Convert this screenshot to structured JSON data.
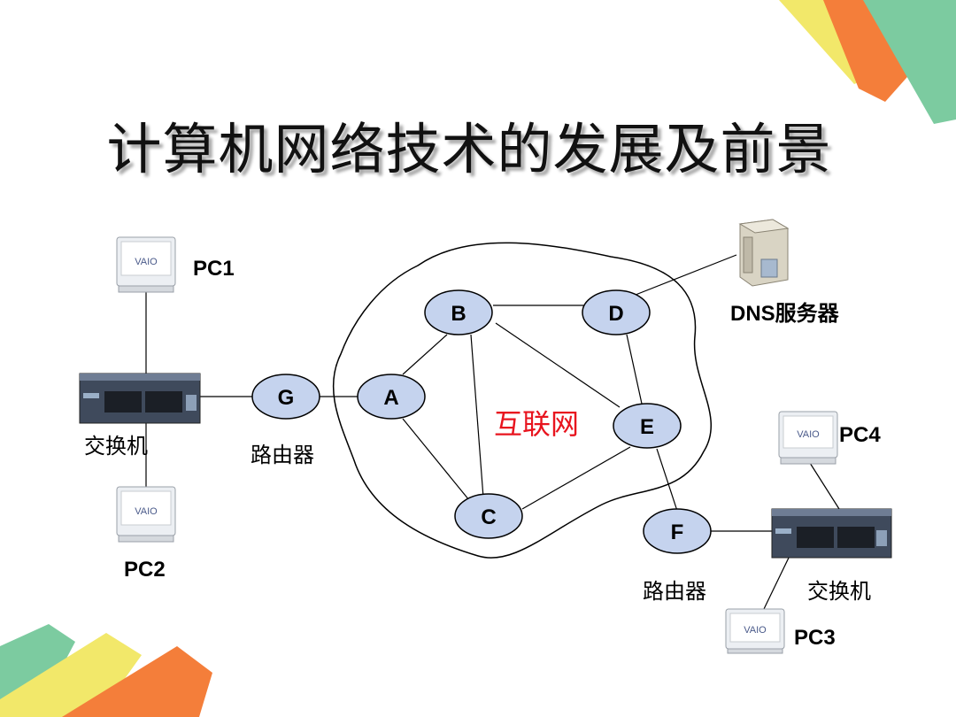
{
  "title": "计算机网络技术的发展及前景",
  "internet_label": "互联网",
  "devices": {
    "pc1": "PC1",
    "pc2": "PC2",
    "pc3": "PC3",
    "pc4": "PC4",
    "dns": "DNS服务器",
    "switch_left": "交换机",
    "switch_right": "交换机",
    "router_left": "路由器",
    "router_right": "路由器"
  },
  "monitor_brand": "VAIO",
  "nodes": [
    "G",
    "A",
    "B",
    "C",
    "D",
    "E",
    "F"
  ],
  "colors": {
    "node_fill": "#c5d3ee",
    "corner_green": "#7ccba0",
    "corner_yellow": "#f2e86a",
    "corner_orange": "#f47e3a",
    "internet_red": "#e8141e"
  }
}
